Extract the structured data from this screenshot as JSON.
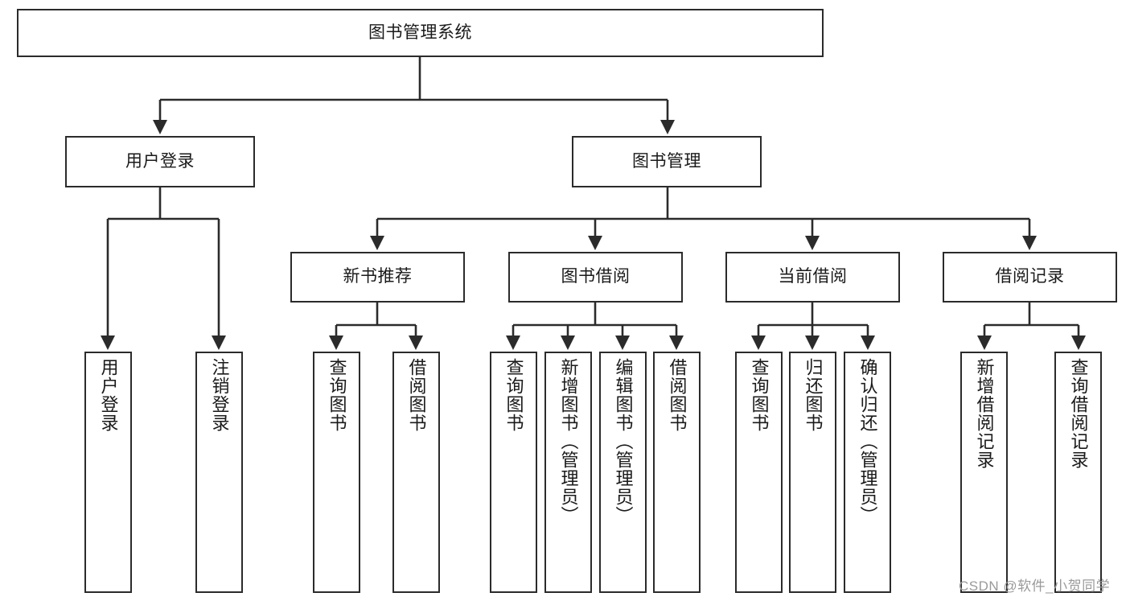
{
  "diagram": {
    "title": "图书管理系统",
    "type": "tree-hierarchy-chart",
    "root": {
      "id": "root",
      "label": "图书管理系统"
    },
    "level1": [
      {
        "id": "user-login",
        "label": "用户登录"
      },
      {
        "id": "book-manage",
        "label": "图书管理"
      }
    ],
    "level2": [
      {
        "id": "new-book-recommend",
        "label": "新书推荐",
        "parent": "book-manage"
      },
      {
        "id": "book-borrow",
        "label": "图书借阅",
        "parent": "book-manage"
      },
      {
        "id": "current-borrow",
        "label": "当前借阅",
        "parent": "book-manage"
      },
      {
        "id": "borrow-record",
        "label": "借阅记录",
        "parent": "book-manage"
      }
    ],
    "leaves": [
      {
        "id": "leaf-user-login",
        "label": "用户登录",
        "parent": "user-login"
      },
      {
        "id": "leaf-user-logout",
        "label": "注销登录",
        "parent": "user-login"
      },
      {
        "id": "leaf-query-book-1",
        "label": "查询图书",
        "parent": "new-book-recommend"
      },
      {
        "id": "leaf-borrow-book-1",
        "label": "借阅图书",
        "parent": "new-book-recommend"
      },
      {
        "id": "leaf-query-book-2",
        "label": "查询图书",
        "parent": "book-borrow"
      },
      {
        "id": "leaf-add-book",
        "label": "新增图书（管理员）",
        "parent": "book-borrow"
      },
      {
        "id": "leaf-edit-book",
        "label": "编辑图书（管理员）",
        "parent": "book-borrow"
      },
      {
        "id": "leaf-borrow-book-2",
        "label": "借阅图书",
        "parent": "book-borrow"
      },
      {
        "id": "leaf-query-book-3",
        "label": "查询图书",
        "parent": "current-borrow"
      },
      {
        "id": "leaf-return-book",
        "label": "归还图书",
        "parent": "current-borrow"
      },
      {
        "id": "leaf-confirm-return",
        "label": "确认归还（管理员）",
        "parent": "current-borrow"
      },
      {
        "id": "leaf-add-record",
        "label": "新增借阅记录",
        "parent": "borrow-record"
      },
      {
        "id": "leaf-query-record",
        "label": "查询借阅记录",
        "parent": "borrow-record"
      }
    ],
    "colors": {
      "stroke": "#2b2b2b",
      "fill": "#ffffff",
      "text": "#1a1a1a",
      "watermark": "#9a9a9a"
    }
  },
  "watermark": {
    "text": "CSDN @软件_小贺同学"
  }
}
